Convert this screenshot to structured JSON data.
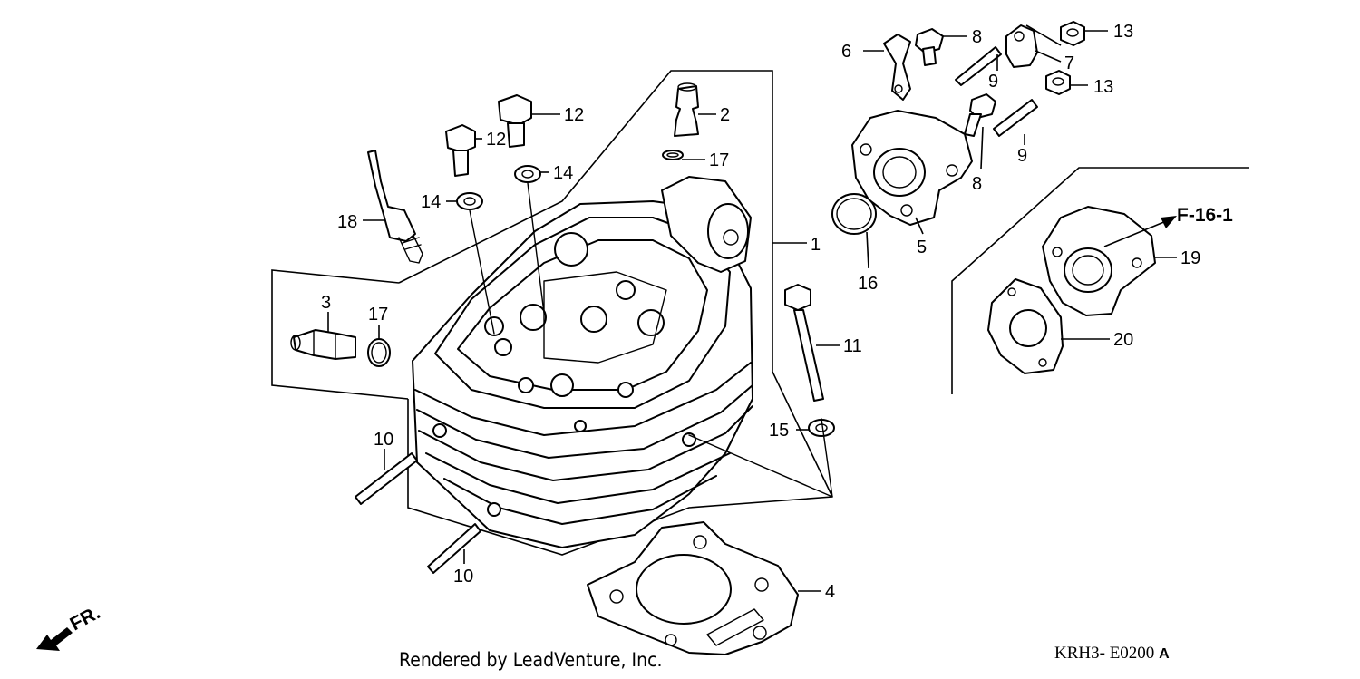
{
  "callouts": {
    "c1": "1",
    "c2": "2",
    "c3": "3",
    "c4": "4",
    "c5": "5",
    "c6": "6",
    "c7": "7",
    "c8a": "8",
    "c8b": "8",
    "c9a": "9",
    "c9b": "9",
    "c10a": "10",
    "c10b": "10",
    "c11": "11",
    "c12a": "12",
    "c12b": "12",
    "c13a": "13",
    "c13b": "13",
    "c14a": "14",
    "c14b": "14",
    "c15": "15",
    "c16": "16",
    "c17a": "17",
    "c17b": "17",
    "c18": "18",
    "c19": "19",
    "c20": "20"
  },
  "reference": "F-16-1",
  "front_marker": "FR.",
  "footer": "Rendered by LeadVenture, Inc.",
  "diagram_code": "KRH3- E0200",
  "diagram_code_suffix": "A"
}
